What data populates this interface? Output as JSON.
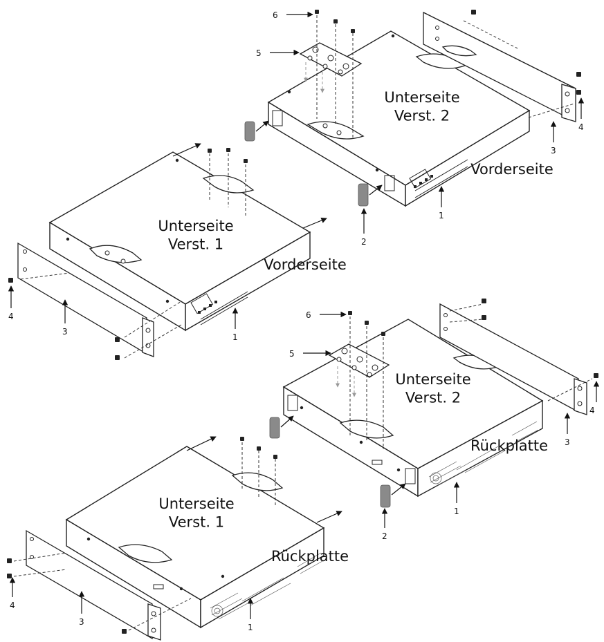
{
  "labels": {
    "underside_amp1": "Unterseite\nVerst. 1",
    "underside_amp2": "Unterseite\nVerst. 2",
    "front": "Vorderseite",
    "rear": "Rückplatte"
  },
  "callouts": [
    "1",
    "2",
    "3",
    "4",
    "5",
    "6"
  ],
  "colors": {
    "line": "#222222",
    "pad": "#8a8a8a",
    "background": "#ffffff"
  }
}
